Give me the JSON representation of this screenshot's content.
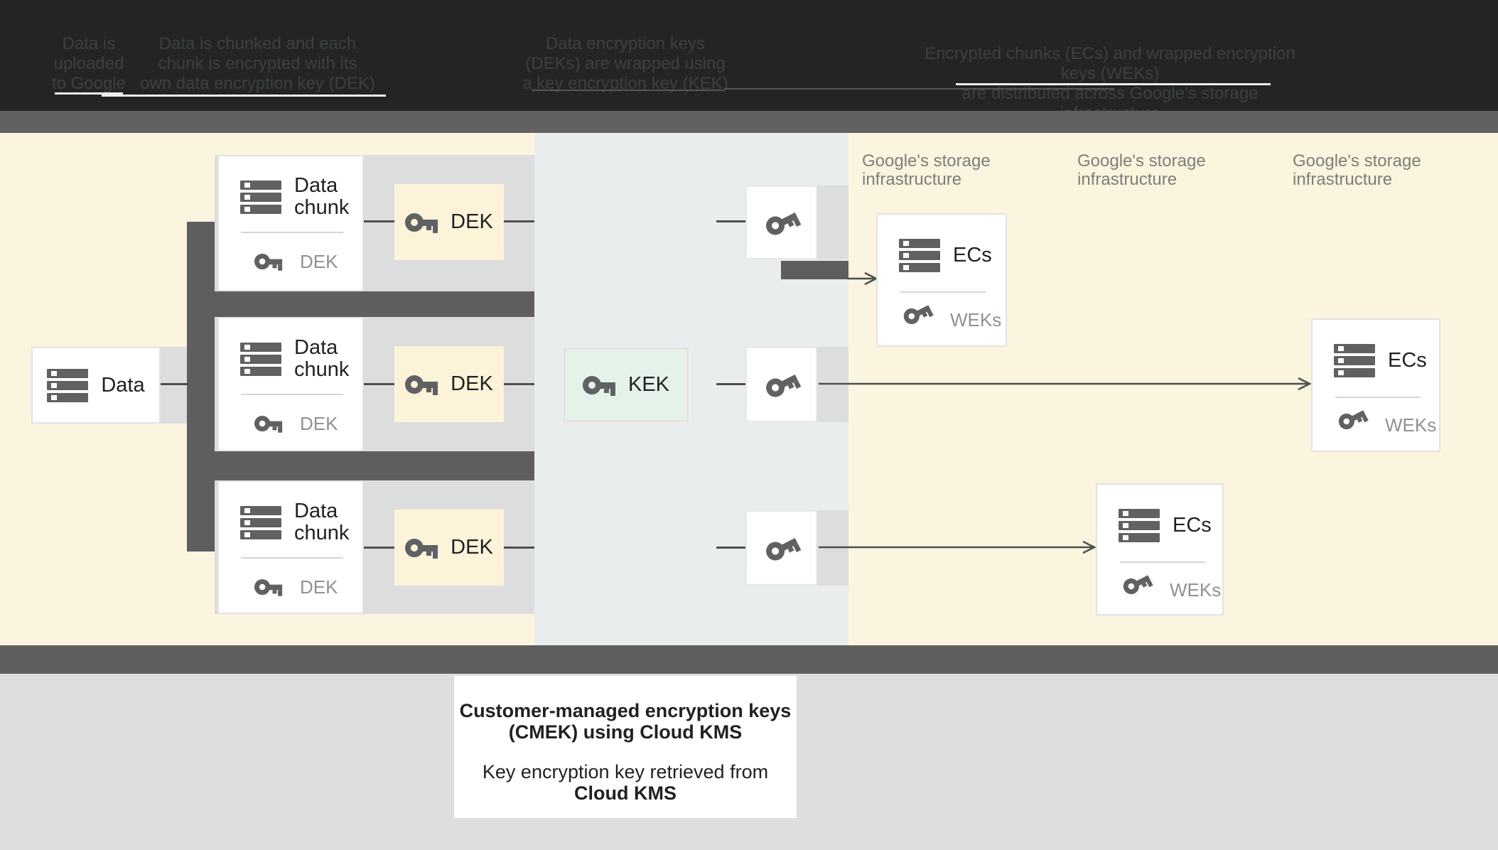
{
  "header": {
    "captions": [
      {
        "lines": [
          "Data is",
          "uploaded",
          "to Google"
        ]
      },
      {
        "lines": [
          "Data is chunked and each",
          "chunk is encrypted with its",
          "own data encryption key (DEK)"
        ]
      },
      {
        "lines": [
          "Data encryption keys",
          "(DEKs) are wrapped using",
          "a key encryption key (KEK)"
        ]
      },
      {
        "lines": [
          "Encrypted chunks (ECs) and wrapped encryption keys (WEKs)",
          "are distributed across Google's storage infrastructure"
        ]
      }
    ]
  },
  "diagram": {
    "data_box": {
      "label": "Data"
    },
    "chunks": [
      {
        "title_lines": [
          "Data",
          "chunk"
        ],
        "key_label": "DEK"
      },
      {
        "title_lines": [
          "Data",
          "chunk"
        ],
        "key_label": "DEK"
      },
      {
        "title_lines": [
          "Data",
          "chunk"
        ],
        "key_label": "DEK"
      }
    ],
    "dek_boxes": [
      {
        "label": "DEK"
      },
      {
        "label": "DEK"
      },
      {
        "label": "DEK"
      }
    ],
    "kek_box": {
      "label": "KEK"
    },
    "storage_labels": [
      {
        "lines": [
          "Google's storage",
          "infrastructure"
        ]
      },
      {
        "lines": [
          "Google's storage",
          "infrastructure"
        ]
      },
      {
        "lines": [
          "Google's storage",
          "infrastructure"
        ]
      }
    ],
    "ecs_boxes": [
      {
        "title": "ECs",
        "key_label": "WEKs"
      },
      {
        "title": "ECs",
        "key_label": "WEKs"
      },
      {
        "title": "ECs",
        "key_label": "WEKs"
      }
    ]
  },
  "footer": {
    "note": {
      "lines": [
        "Customer-managed encryption keys",
        "(CMEK) using Cloud KMS",
        "Key encryption key retrieved from",
        "Cloud KMS"
      ]
    }
  },
  "icons": {
    "data_icon": "stacked-database-bars",
    "key_icon": "key"
  },
  "colors": {
    "header_bg": "#242424",
    "header_text": "#3b4043",
    "topbar": "#616161",
    "cream": "#fbf4df",
    "mid_column": "#e9edee",
    "strip": "#dcdddd",
    "dark": "#5e5e5e",
    "line": "#4d4f50",
    "box_border": "#e2e2e2",
    "dek_fill": "#fdf3d8",
    "kek_fill": "#e4f2ea",
    "kek_border": "#e9e3da",
    "icon": "#5f6163",
    "label": "#202124",
    "muted": "#8f9295",
    "storage_label": "#7f7d78",
    "footer_bg": "#dedede"
  }
}
